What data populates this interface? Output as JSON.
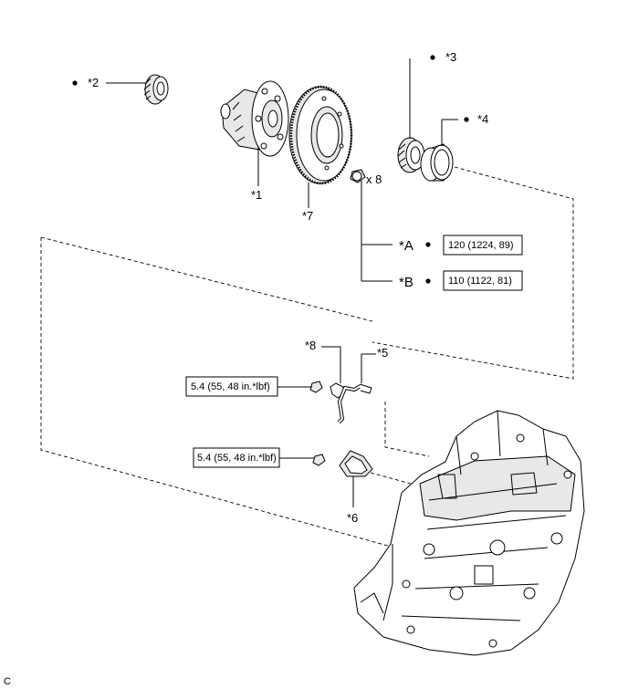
{
  "callouts": {
    "p1": "*1",
    "p2": "*2",
    "p3": "*3",
    "p4": "*4",
    "p5": "*5",
    "p6": "*6",
    "p7": "*7",
    "p8": "*8",
    "pA": "*A",
    "pB": "*B"
  },
  "quantity": "x 8",
  "torque": {
    "A": "120 (1224, 89)",
    "B": "110 (1122, 81)",
    "bolt_upper": "5.4 (55, 48 in.*lbf)",
    "bolt_lower": "5.4 (55, 48 in.*lbf)"
  },
  "corner_code": "C"
}
